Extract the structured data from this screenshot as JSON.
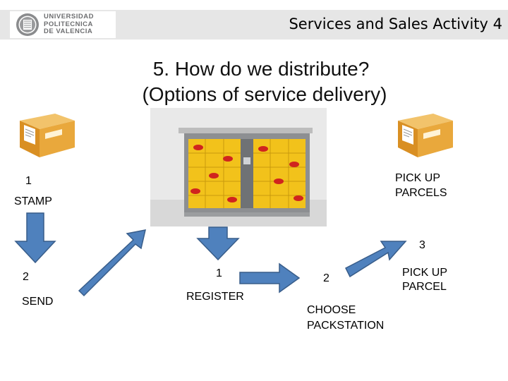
{
  "header": {
    "university_name_lines": [
      "UNIVERSIDAD",
      "POLITECNICA",
      "DE VALENCIA"
    ],
    "slide_title": "Services and Sales Activity 4"
  },
  "main": {
    "title_line1": "5. How do we distribute?",
    "title_line2": "(Options of service delivery)"
  },
  "flow": {
    "left": {
      "step1_number": "1",
      "step1_label": "STAMP",
      "step2_number": "2",
      "step2_label": "SEND"
    },
    "center": {
      "step1_number": "1",
      "step1_label": "REGISTER",
      "step2_number": "2",
      "step2_label": "CHOOSE PACKSTATION",
      "step3_number": "3"
    },
    "right": {
      "pickup_parcels_label": "PICK UP PARCELS",
      "pickup_parcel_label": "PICK UP PARCEL"
    }
  },
  "colors": {
    "arrow_fill": "#4f81bd",
    "arrow_stroke": "#385d8a",
    "locker_yellow": "#f2c21b",
    "box_orange": "#e0a030"
  }
}
